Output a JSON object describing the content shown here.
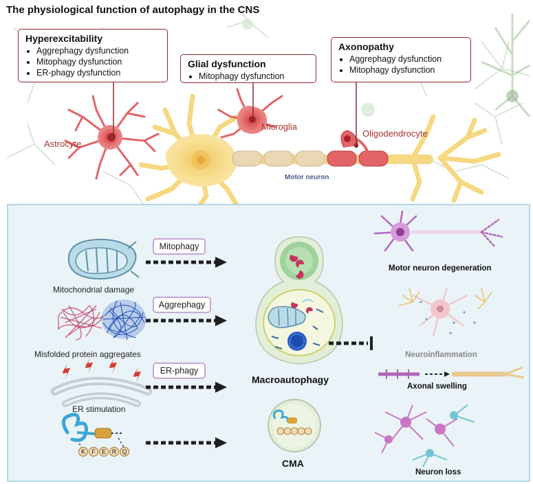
{
  "title": "The physiological function of autophagy in the CNS",
  "callouts": {
    "hyperexcitability": {
      "heading": "Hyperexcitability",
      "items": [
        "Aggrephagy dysfunction",
        "Mitophagy  dysfunction",
        "ER-phagy dysfunction"
      ]
    },
    "glial": {
      "heading": "Glial dysfunction",
      "items": [
        "Mitophagy  dysfunction"
      ]
    },
    "axonopathy": {
      "heading": "Axonopathy",
      "items": [
        "Aggrephagy dysfunction",
        "Mitophagy dysfunction"
      ]
    }
  },
  "cells": {
    "astrocyte": "Astrocyte",
    "microglia": "Microglia",
    "oligodendrocyte": "Oligodendrocyte",
    "motor_neuron": "Motor neuron"
  },
  "pathways": {
    "mitophagy": "Mitophagy",
    "aggrephagy": "Aggrephagy",
    "er_phagy": "ER-phagy"
  },
  "triggers": {
    "mitochondrial_damage": "Mitochondrial damage",
    "misfolded_proteins": "Misfolded protein aggregates",
    "er_stimulation": "ER stimulation"
  },
  "kferq_letters": [
    "K",
    "F",
    "E",
    "R",
    "Q"
  ],
  "processes": {
    "macroautophagy": "Macroautophagy",
    "cma": "CMA"
  },
  "outcomes": {
    "motor_neuron_degeneration": "Motor neuron degeneration",
    "neuroinflammation": "Neuroinflammation",
    "axonal_swelling": "Axonal swelling",
    "neuron_loss": "Neuron loss"
  },
  "colors": {
    "callout_border": "#8e2a2f",
    "cell_red": "#e0585a",
    "neuron_yellow": "#f6dc86",
    "panel_bg": "#eaf3f7",
    "panel_border": "#9ccde0",
    "pill_border": "#c6a7d6",
    "arrow": "#1f1f1f"
  }
}
